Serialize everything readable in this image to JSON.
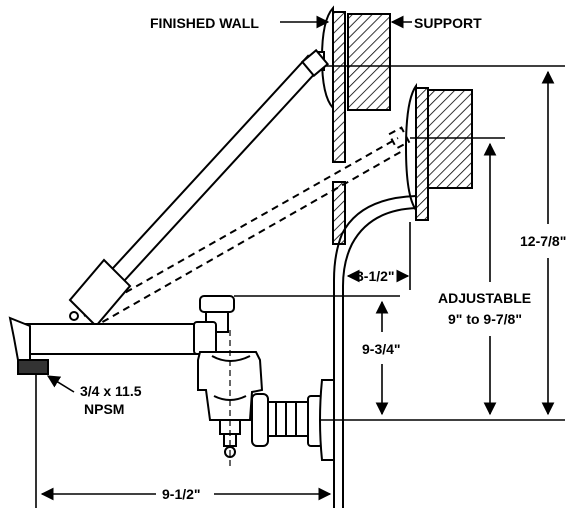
{
  "labels": {
    "finished_wall": "FINISHED WALL",
    "support": "SUPPORT",
    "thread_line1": "3/4 x 11.5",
    "thread_line2": "NPSM"
  },
  "dimensions": {
    "overall_height": "12-7/8\"",
    "adjustable_line1": "ADJUSTABLE",
    "adjustable_line2": "9\" to 9-7/8\"",
    "wall_offset": "3-1/2\"",
    "valve_height": "9-3/4\"",
    "spout_reach": "9-1/2\""
  },
  "colors": {
    "line": "#000000",
    "background": "#ffffff"
  }
}
